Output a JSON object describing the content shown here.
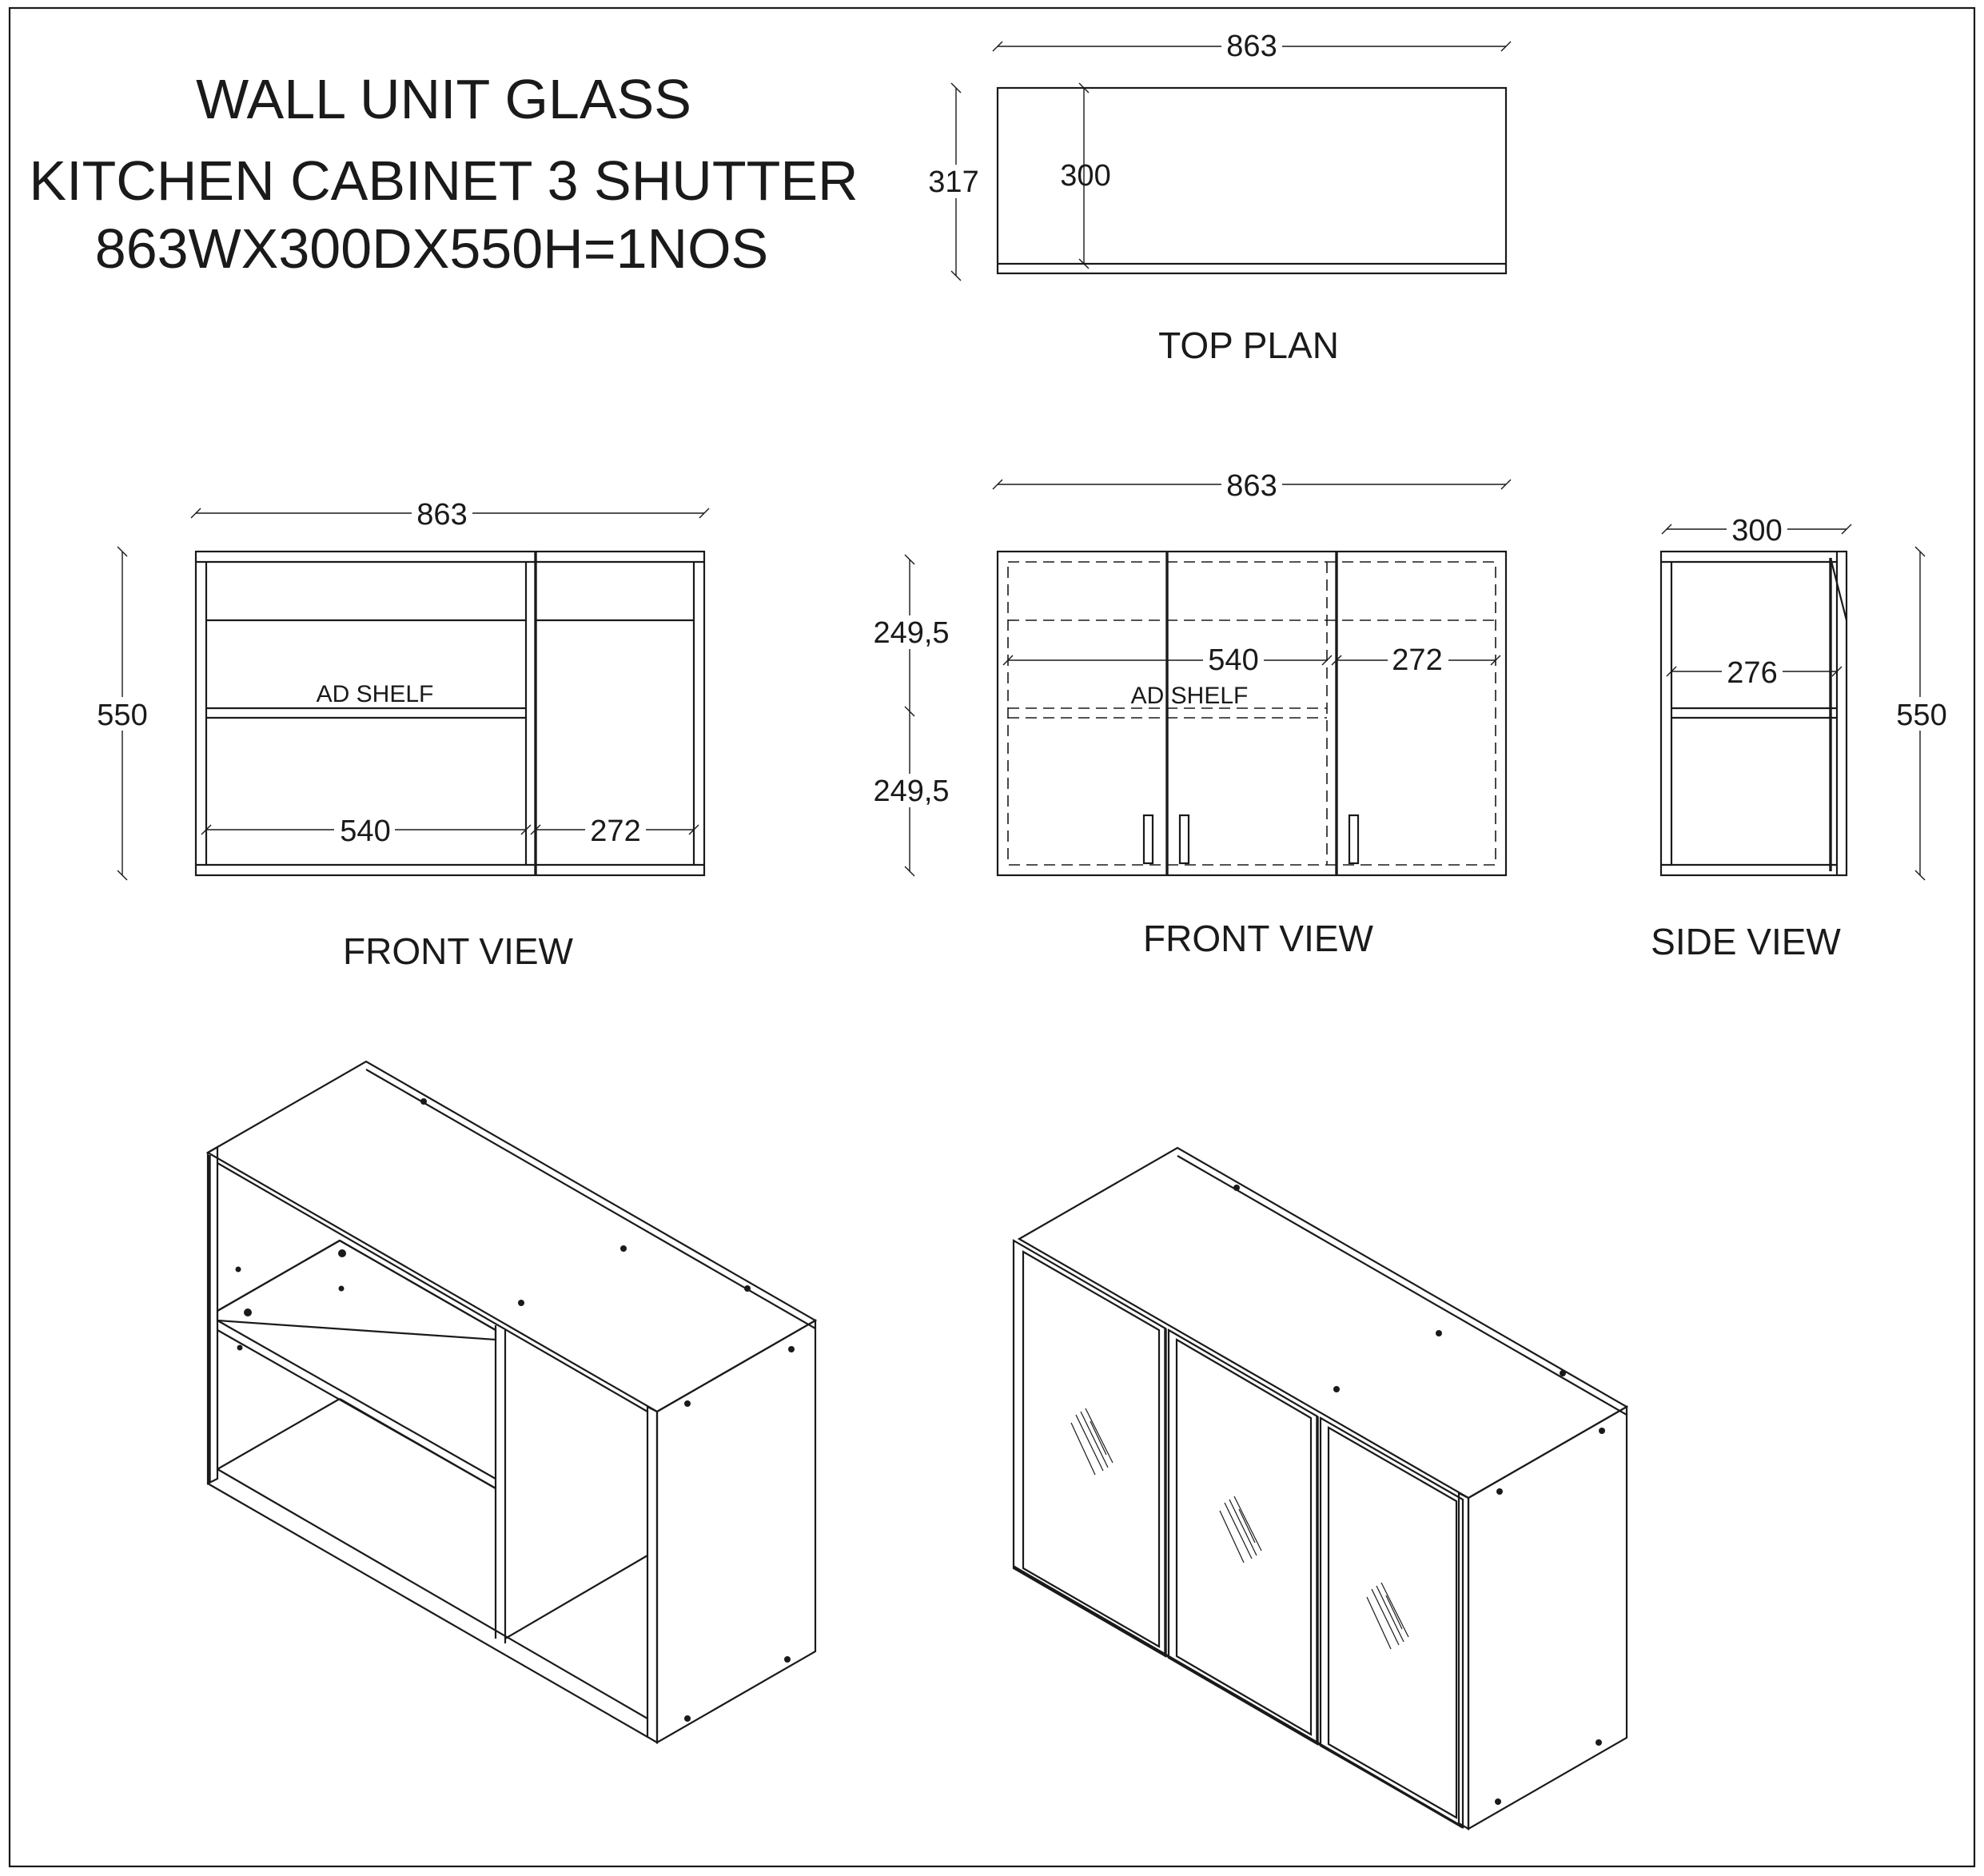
{
  "title": {
    "line1": "WALL UNIT  GLASS",
    "line2": "KITCHEN CABINET 3 SHUTTER",
    "line3": "863WX300DX550H=1NOS"
  },
  "views": {
    "top_plan": {
      "label": "TOP PLAN",
      "width": "863",
      "depth_outer": "317",
      "depth_inner": "300"
    },
    "front_view_open": {
      "label": "FRONT VIEW",
      "width": "863",
      "height": "550",
      "shelf_note": "AD SHELF",
      "left_bay": "540",
      "right_bay": "272"
    },
    "front_view_shutters": {
      "label": "FRONT VIEW",
      "width": "863",
      "upper_height": "249,5",
      "lower_height": "249,5",
      "shelf_note": "AD SHELF",
      "left_bay": "540",
      "right_bay": "272"
    },
    "side_view": {
      "label": "SIDE VIEW",
      "depth": "300",
      "inner_depth": "276",
      "height": "550"
    }
  },
  "colors": {
    "line": "#1a1a1a",
    "background": "#ffffff"
  }
}
